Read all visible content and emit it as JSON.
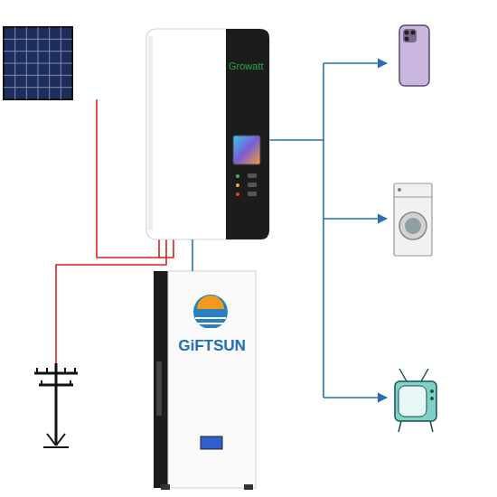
{
  "diagram": {
    "nodes": [
      {
        "text": [
          "Growatt"
        ]
      },
      {
        "text": [
          "GiFTSUN"
        ]
      }
    ],
    "edges": [
      {
        "from": 0,
        "to": 1,
        "arrow": "none"
      }
    ]
  }
}
